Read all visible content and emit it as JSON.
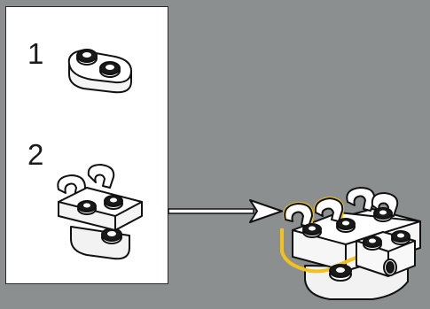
{
  "instructions": {
    "steps": [
      {
        "number": "1",
        "part": "plate-1x2-rounded"
      },
      {
        "number": "2",
        "part": "clip-plate-assembly"
      }
    ]
  },
  "colors": {
    "background": "#8b8f8f",
    "panel": "#ffffff",
    "brick": "#ffffff",
    "stud_top": "#1a1a1a",
    "highlight": "#f2c11b",
    "outline": "#111111"
  },
  "icons": [
    "arrow-right-icon"
  ]
}
